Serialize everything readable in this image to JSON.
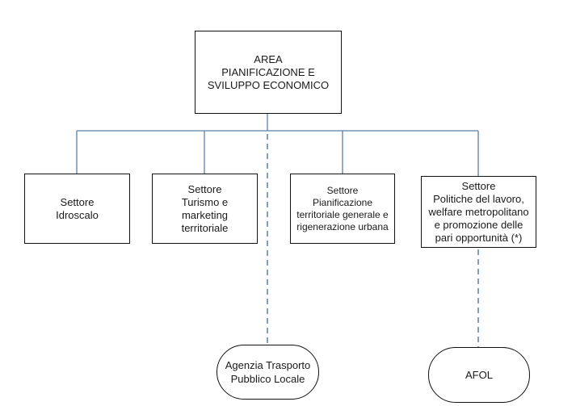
{
  "diagram": {
    "type": "org-chart",
    "root": {
      "label": "AREA\nPIANIFICAZIONE E\nSVILUPPO ECONOMICO"
    },
    "sectors": [
      {
        "label": "Settore\nIdroscalo"
      },
      {
        "label": "Settore\nTurismo e\nmarketing\nterritoriale"
      },
      {
        "label": "Settore\nPianificazione\nterritoriale generale e\nrigenerazione urbana"
      },
      {
        "label": "Settore\nPolitiche del lavoro,\nwelfare metropolitano\ne promozione delle\npari opportunità (*)"
      }
    ],
    "agencies": [
      {
        "label": "Agenzia Trasporto\nPubblico Locale",
        "linked_to": "root",
        "link_style": "dashed"
      },
      {
        "label": "AFOL",
        "linked_to": "sectors.3",
        "link_style": "dashed"
      }
    ],
    "colors": {
      "connector": "#5a7fa8",
      "border": "#111111"
    }
  }
}
